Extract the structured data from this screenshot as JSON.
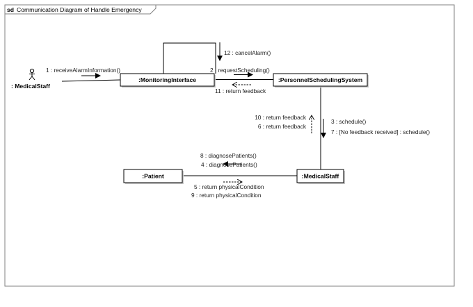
{
  "frame": {
    "keyword": "sd",
    "title": "Communication Diagram of Handle Emergency"
  },
  "actor": {
    "label": ": MedicalStaff"
  },
  "objects": {
    "monitoring_interface": ":MonitoringInterface",
    "personnel_scheduling_system": ":PersonnelSchedulingSystem",
    "patient": ":Patient",
    "medical_staff": ":MedicalStaff"
  },
  "messages": {
    "receive_alarm": "1 : receiveAlarmInformation()",
    "cancel_alarm": "12 : cancelAlarm()",
    "request_scheduling": "2 : requestScheduling()",
    "return_feedback_11": "11 : return feedback",
    "return_feedback_10": "10 : return feedback",
    "return_feedback_6": "6 : return feedback",
    "schedule_3": "3 : schedule()",
    "schedule_7": "7 : [No feedback received] : schedule()",
    "diagnose_8": "8 : diagnosePatients()",
    "diagnose_4": "4 : diagnosePatients()",
    "return_condition_5": "5 :  return physicalCondition",
    "return_condition_9": "9 :  return physicalCondition"
  },
  "colors": {
    "line": "#000000",
    "box_fill": "#ffffff",
    "box_shadow": "#c8c8c8",
    "frame_border": "#808080"
  }
}
